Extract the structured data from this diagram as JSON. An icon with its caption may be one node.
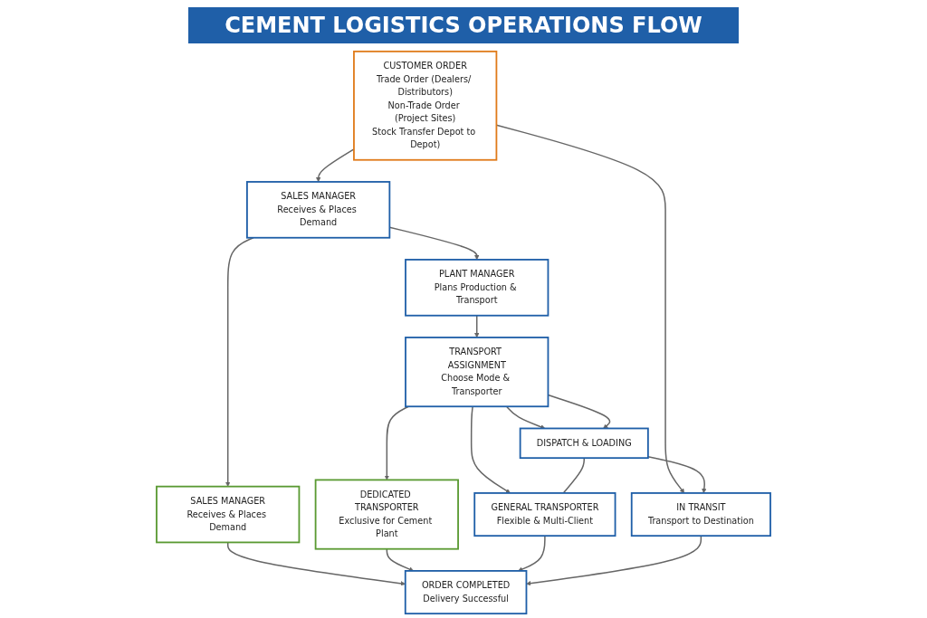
{
  "diagram": {
    "title": "CEMENT LOGISTICS OPERATIONS FLOW",
    "nodes": [
      {
        "text": [
          "CUSTOMER ORDER",
          "Trade Order (Dealers/ Distributors)",
          "Non-Trade Order (Project Sites)",
          "Stock Transfer Depot to Depot)"
        ]
      },
      {
        "text": [
          "SALES MANAGER",
          "Receives & Places Demand"
        ]
      },
      {
        "text": [
          "PLANT MANAGER",
          "Plans Production & Transport"
        ]
      },
      {
        "text": [
          "TRANSPORT ASSIGNMENT",
          "Choose Mode & Transporter"
        ]
      },
      {
        "text": [
          "DISPATCH & LOADING"
        ]
      },
      {
        "text": [
          "IN TRANSIT",
          "Transport to Destination"
        ]
      },
      {
        "text": [
          "SALES MANAGER",
          "Receives & Places Demand"
        ]
      },
      {
        "text": [
          "DEDICATED TRANSPORTER",
          "Exclusive for Cement Plant"
        ]
      },
      {
        "text": [
          "GENERAL TRANSPORTER",
          "Flexible & Multi-Client"
        ]
      },
      {
        "text": [
          "ORDER COMPLETED",
          "Delivery Successful"
        ]
      }
    ],
    "edges": [
      {
        "from": 0,
        "to": 1,
        "arrow": "to"
      },
      {
        "from": 0,
        "to": 5,
        "arrow": "to"
      },
      {
        "from": 1,
        "to": 2,
        "arrow": "to"
      },
      {
        "from": 2,
        "to": 3,
        "arrow": "to"
      },
      {
        "from": 3,
        "to": 4,
        "arrow": "to"
      },
      {
        "from": 3,
        "to": 4,
        "arrow": "to"
      },
      {
        "from": 4,
        "to": 5,
        "arrow": "to"
      },
      {
        "from": 1,
        "to": 6,
        "arrow": "to"
      },
      {
        "from": 3,
        "to": 7,
        "arrow": "to"
      },
      {
        "from": 3,
        "to": 8,
        "arrow": "to"
      },
      {
        "from": 4,
        "to": 8,
        "arrow": "none"
      },
      {
        "from": 6,
        "to": 9,
        "arrow": "to"
      },
      {
        "from": 7,
        "to": 9,
        "arrow": "to"
      },
      {
        "from": 8,
        "to": 9,
        "arrow": "to"
      },
      {
        "from": 5,
        "to": 9,
        "arrow": "to"
      }
    ]
  }
}
